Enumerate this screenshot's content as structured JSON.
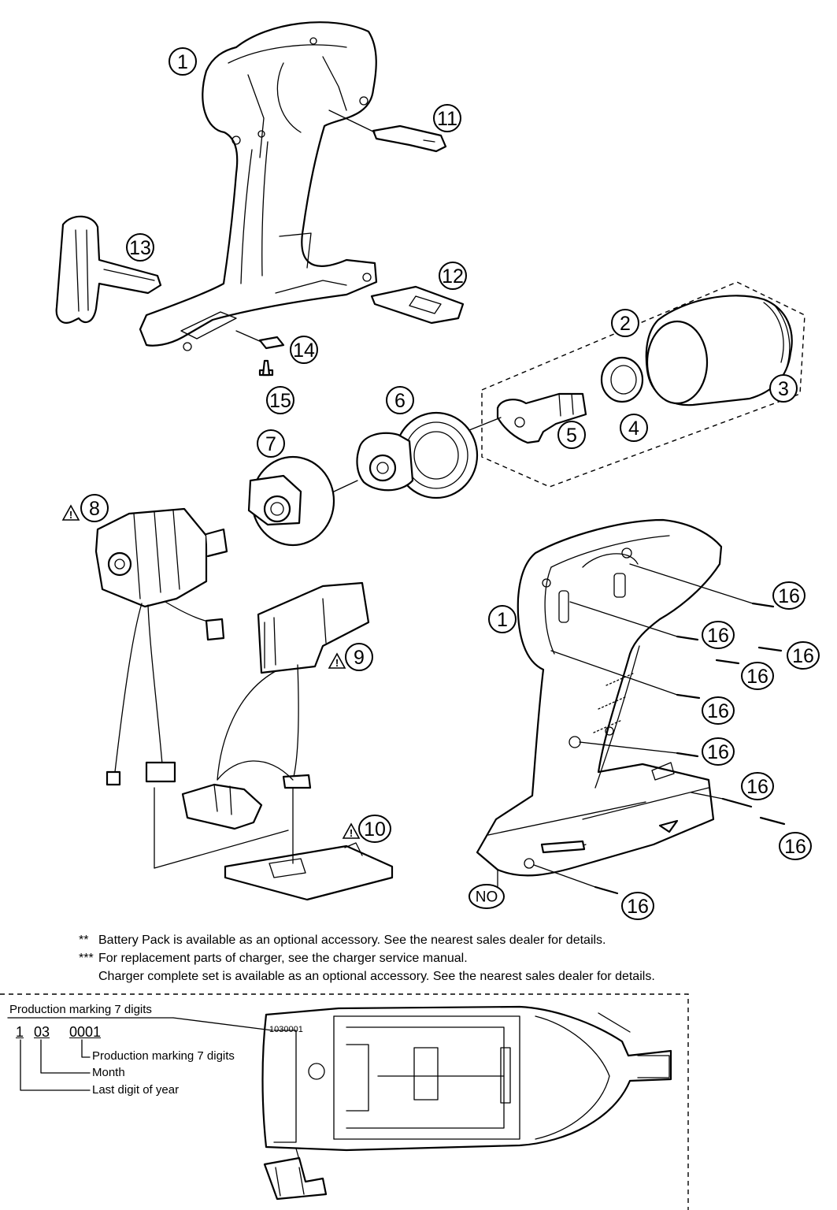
{
  "callouts": {
    "housing_top": "1",
    "housing_side": "1",
    "gear_case_set": "2",
    "case_cover": "3",
    "washer": "4",
    "anvil": "5",
    "hammer_unit": "6",
    "gear_plate": "7",
    "motor": "8",
    "switch": "9",
    "controller": "10",
    "plate_11": "11",
    "cover_12": "12",
    "hook_13": "13",
    "clip_14": "14",
    "screw_15": "15",
    "screw_16": "16",
    "nameplate": "NO"
  },
  "warnings": {
    "motor": "!",
    "switch": "!",
    "controller": "!"
  },
  "notes": {
    "battery_marker": "**",
    "battery": "Battery Pack is available as an optional accessory.  See the nearest sales dealer for details.",
    "charger_marker": "***",
    "charger": "For replacement parts of charger, see the charger service manual.",
    "charger_set": "Charger complete set is available as an optional accessory.  See the nearest sales dealer for details."
  },
  "production_marking": {
    "title": "Production marking 7 digits",
    "year_digit": "1",
    "month_digits": "03",
    "serial_digits": "0001",
    "serial_label": "Production marking 7 digits",
    "month_label": "Month",
    "year_label": "Last digit of year",
    "stamp": "1030001"
  }
}
